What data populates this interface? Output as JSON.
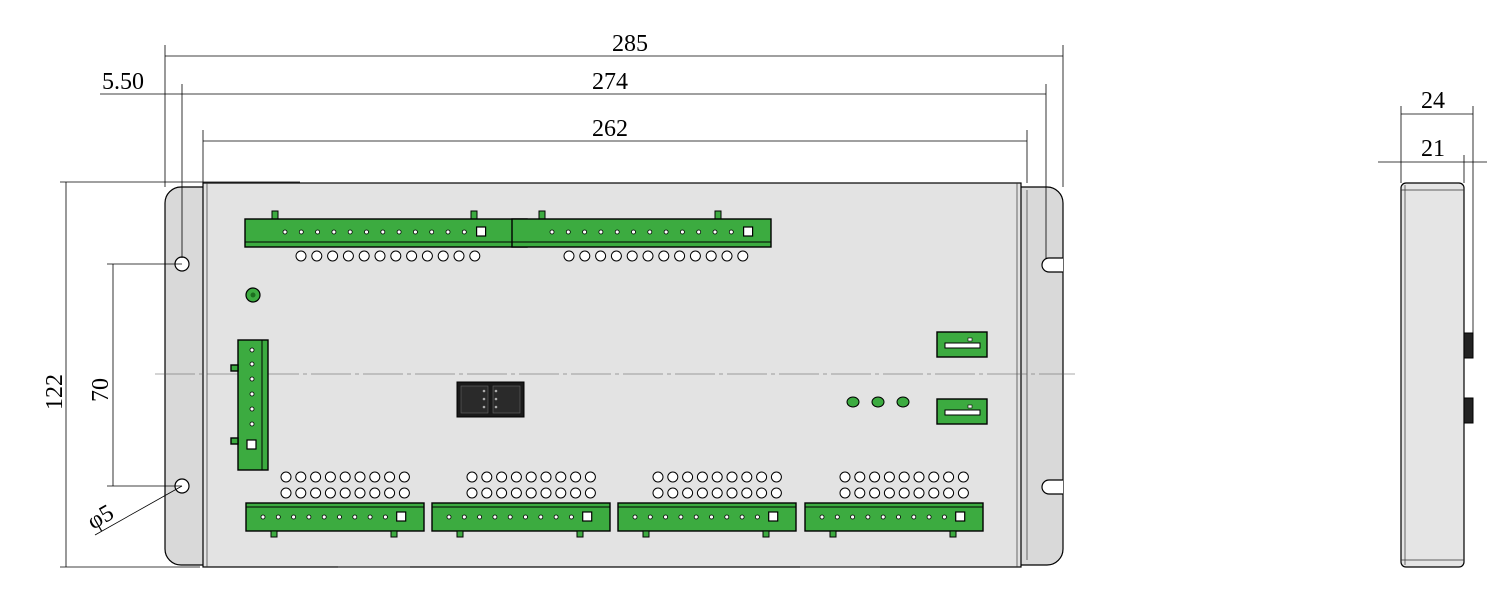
{
  "dimensions": {
    "overall_width": "285",
    "mount_hole_spacing": "274",
    "body_width": "262",
    "edge_offset": "5.50",
    "overall_height": "122",
    "hole_vertical_spacing": "70",
    "hole_diameter": "φ5",
    "side_total_depth": "24",
    "side_body_depth": "21"
  },
  "colors": {
    "connector": "#3cab40",
    "board": "#e3e3e3",
    "plate": "#d9d9d9"
  }
}
